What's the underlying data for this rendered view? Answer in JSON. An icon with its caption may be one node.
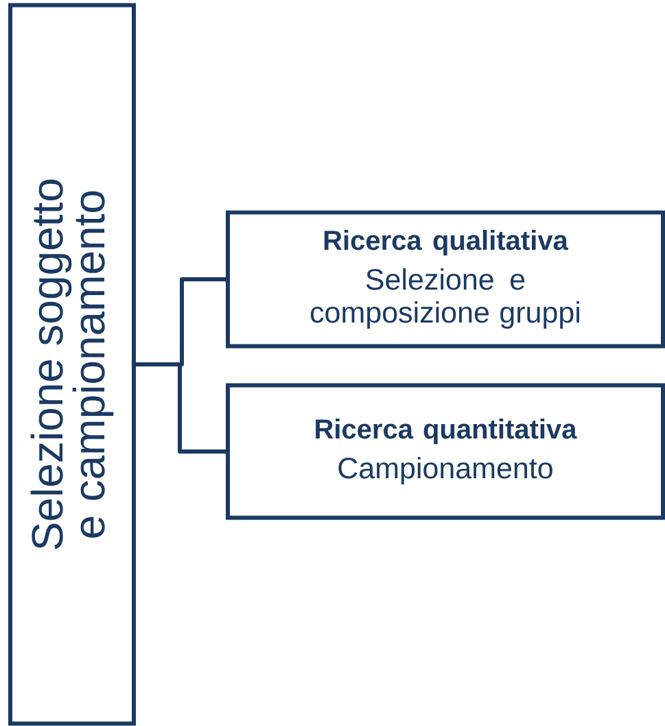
{
  "diagram": {
    "nodes": [
      {
        "text": [
          "Selezione soggetto e campionamento"
        ]
      },
      {
        "text": [
          "Ricerca qualitativa",
          "Selezione e composizione gruppi"
        ]
      },
      {
        "text": [
          "Ricerca quantitativa",
          "Campionamento"
        ]
      }
    ],
    "edges": [
      {
        "from": 0,
        "to": 1,
        "arrow": "none"
      },
      {
        "from": 0,
        "to": 2,
        "arrow": "none"
      }
    ]
  }
}
